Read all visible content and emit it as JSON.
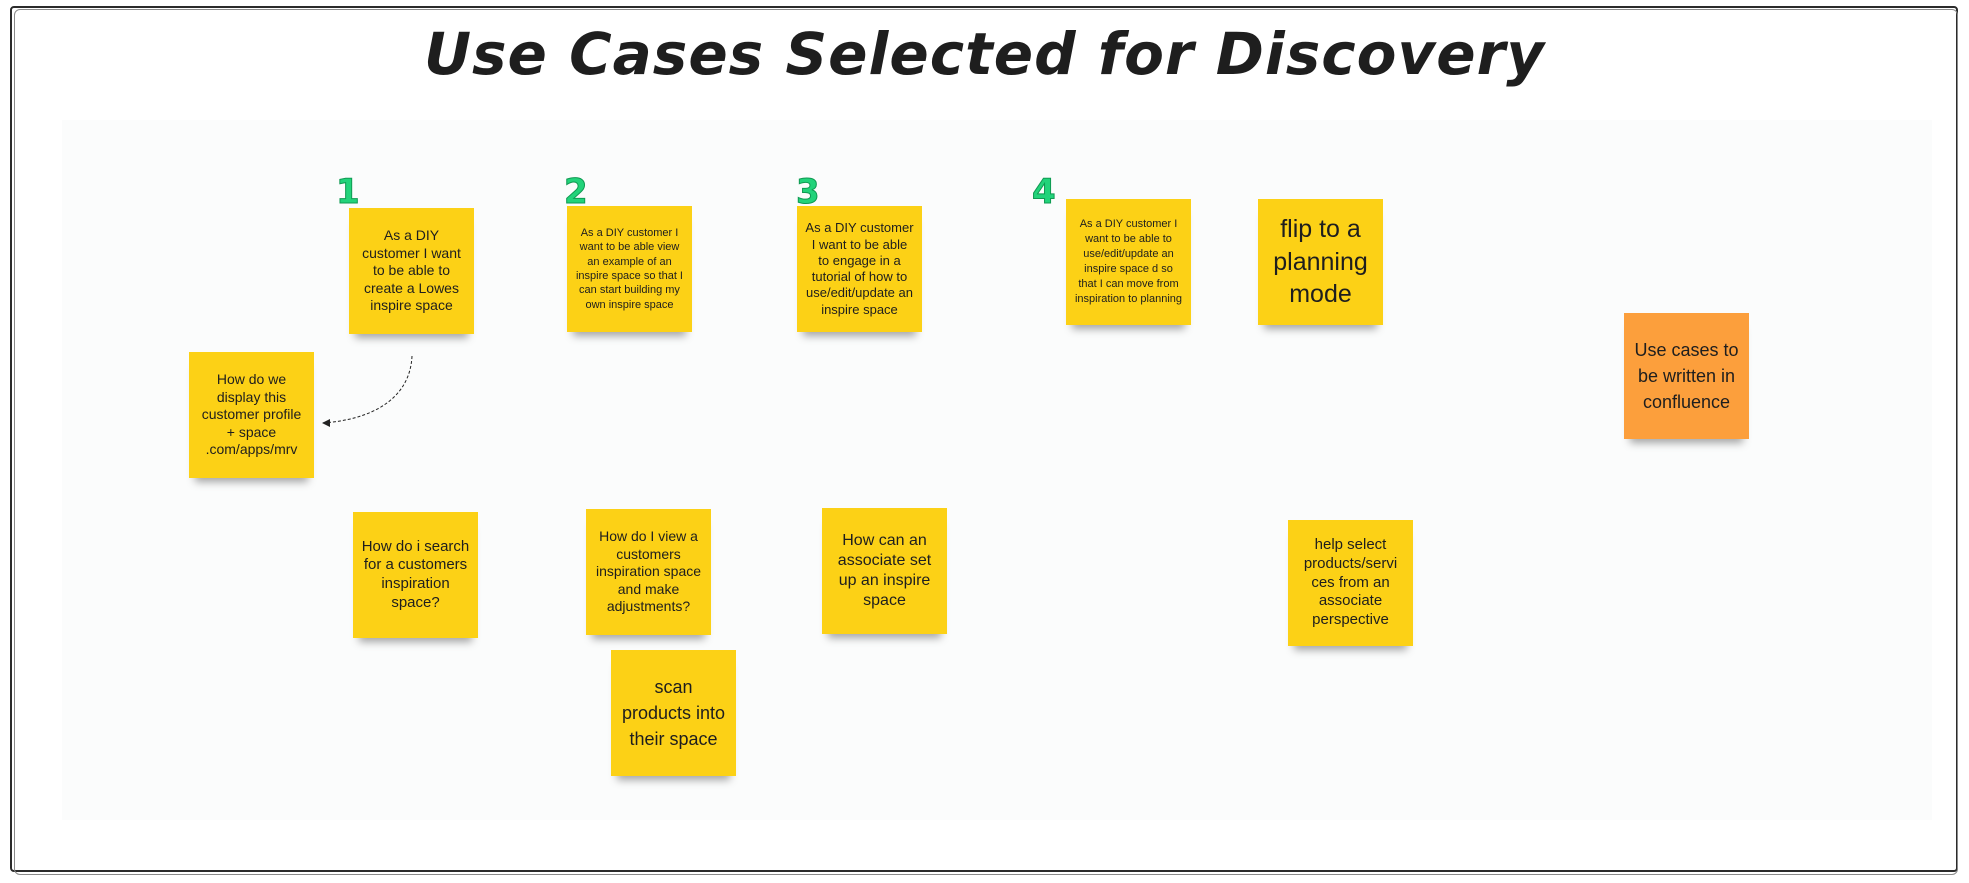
{
  "title": "Use Cases Selected for Discovery",
  "numbers": [
    "1",
    "2",
    "3",
    "4"
  ],
  "notes": {
    "uc1": "As a DIY customer I want to be able to create a Lowes inspire space",
    "uc2": "As a DIY customer I want to be able view an example of an inspire space so that I can start building my own inspire space",
    "uc3": "As a DIY customer I want to be able to engage in a tutorial of how to use/edit/update an inspire space",
    "uc4": "As a DIY customer I want to be able to use/edit/update an inspire space d so that I can move from inspiration to planning",
    "flip": "flip to a planning mode",
    "display_profile": "How do we display this customer profile + space .com/apps/mrv",
    "search": "How do i search for a customers inspiration space?",
    "view_adjust": "How do I view a customers inspiration space and make adjustments?",
    "associate_setup": "How can an associate set up an inspire space",
    "scan": "scan products into their space",
    "help_select": "help select products/servi ces from an associate perspective",
    "confluence": "Use cases to be written in confluence"
  },
  "colors": {
    "sticky_yellow": "#fcd116",
    "sticky_orange": "#fc9f3c",
    "number_green": "#22d37a"
  }
}
